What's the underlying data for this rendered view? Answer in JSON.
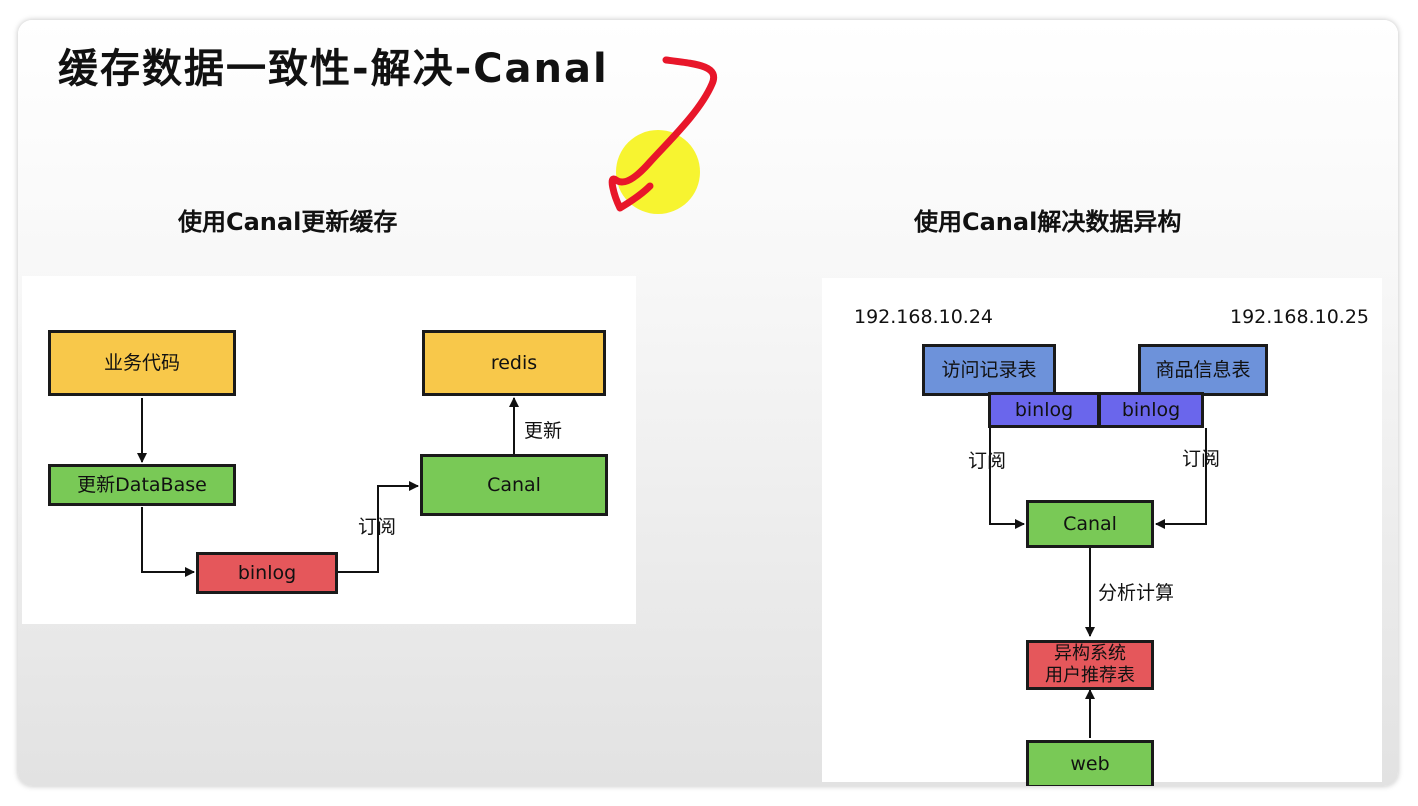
{
  "title": "缓存数据一致性-解决-Canal",
  "left": {
    "subtitle": "使用Canal更新缓存",
    "nodes": {
      "business_code": "业务代码",
      "update_db": "更新DataBase",
      "binlog": "binlog",
      "canal": "Canal",
      "redis": "redis"
    },
    "edges": {
      "subscribe": "订阅",
      "update": "更新"
    }
  },
  "right": {
    "subtitle": "使用Canal解决数据异构",
    "ip_left": "192.168.10.24",
    "ip_right": "192.168.10.25",
    "nodes": {
      "visit_table": "访问记录表",
      "product_table": "商品信息表",
      "binlog_left": "binlog",
      "binlog_right": "binlog",
      "canal": "Canal",
      "hetero_line1": "异构系统",
      "hetero_line2": "用户推荐表",
      "web": "web"
    },
    "edges": {
      "subscribe_left": "订阅",
      "subscribe_right": "订阅",
      "analyze": "分析计算"
    }
  },
  "colors": {
    "yellow": "#f8c84a",
    "green": "#79c956",
    "red": "#e5575b",
    "blue": "#6d92da",
    "purple": "#6a66ec",
    "annotation_red": "#e8162a",
    "cursor_yellow": "#f6f31a"
  }
}
